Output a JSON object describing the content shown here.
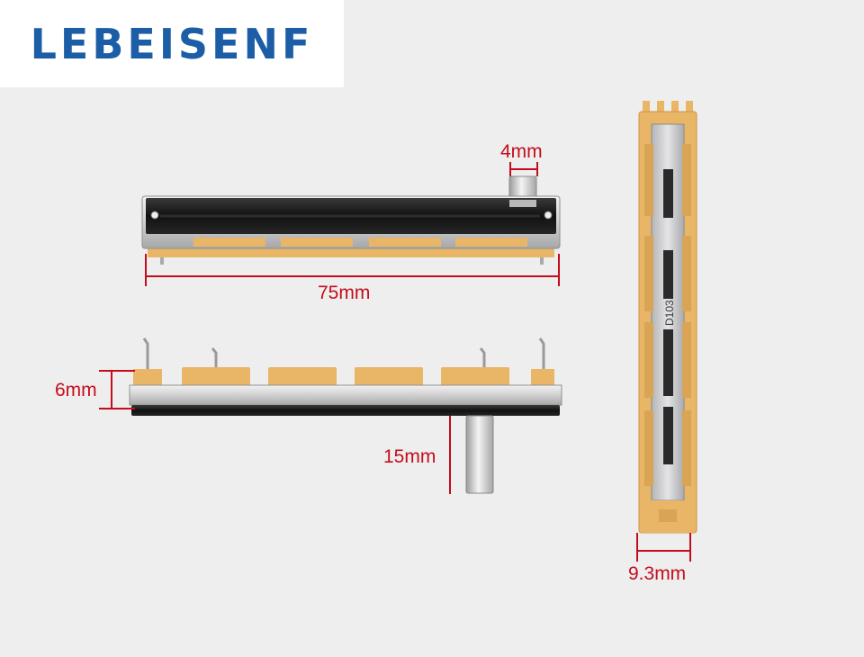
{
  "brand": {
    "name": "LEBEISENF"
  },
  "product": {
    "marking": "D103"
  },
  "dimensions": {
    "knob_width": "4mm",
    "length": "75mm",
    "height": "6mm",
    "knob_height": "15mm",
    "width": "9.3mm"
  },
  "colors": {
    "brand_blue": "#1b5ea6",
    "dimension_red": "#c40d1c",
    "insulator_tan": "#e9b567",
    "metal_silver": "#cfd0d2",
    "body_black": "#161616",
    "background": "#eeeeee"
  }
}
